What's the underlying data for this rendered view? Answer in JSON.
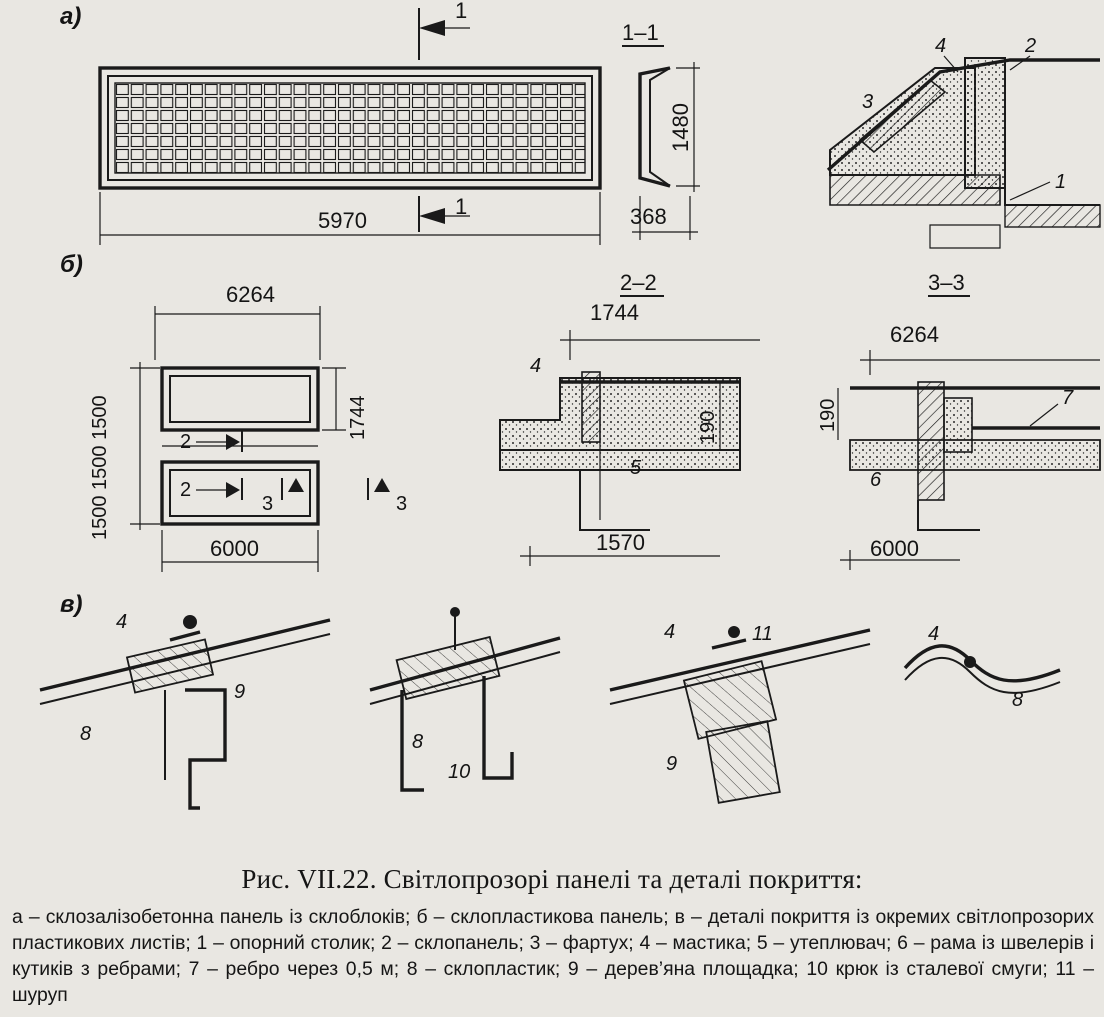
{
  "figure": {
    "parts": {
      "a": "а)",
      "b": "б)",
      "v": "в)"
    },
    "sections": {
      "s11": "1–1",
      "s22": "2–2",
      "s33": "3–3"
    },
    "dims": {
      "a_width": "5970",
      "a_height": "1480",
      "a_section": "368",
      "b_width": "6264",
      "b_base": "6000",
      "b_height": "1744",
      "b_stack": "1500 1500 1500",
      "s22_top": "1744",
      "s22_h": "190",
      "s22_bottom": "1570",
      "s33_top": "6264",
      "s33_h": "190",
      "s33_bottom": "6000"
    },
    "marks": {
      "cut1": "1",
      "cut2": "2",
      "cut3": "3",
      "n1": "1",
      "n2": "2",
      "n3": "3",
      "n4": "4",
      "n5": "5",
      "n6": "6",
      "n7": "7",
      "n8": "8",
      "n9": "9",
      "n10": "10",
      "n11": "11"
    }
  },
  "caption": "Рис. VII.22. Світлопрозорі панелі та деталі покриття:",
  "legend": "а – склозалізобетонна панель із склоблоків; б – склопластикова панель; в – деталі покриття із окремих світлопрозорих пластикових листів; 1 – опорний столик; 2 – склопанель; 3 – фартух; 4 – мастика; 5 – утеплювач; 6 – рама із швелерів і кутиків з ребрами; 7 – ребро через 0,5 м; 8 – склопластик; 9 – дерев’яна площадка; 10 крюк із сталевої смуги; 11 – шуруп"
}
